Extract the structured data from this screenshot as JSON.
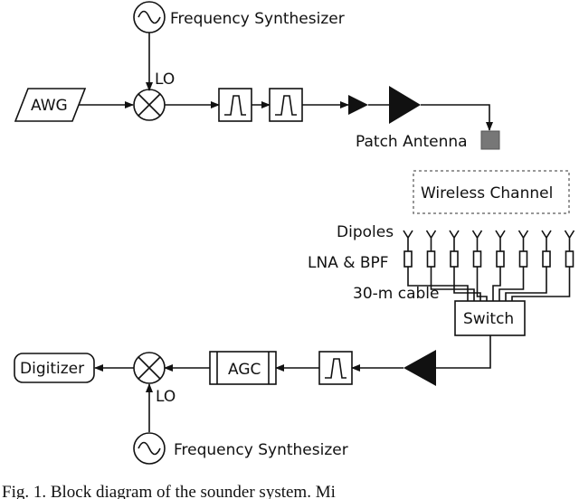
{
  "labels": {
    "synth_top": "Frequency Synthesizer",
    "lo_top": "LO",
    "awg": "AWG",
    "patch_antenna": "Patch Antenna",
    "wireless_channel": "Wireless Channel",
    "dipoles": "Dipoles",
    "lna_bpf": "LNA & BPF",
    "cable": "30-m cable",
    "switch": "Switch",
    "digitizer": "Digitizer",
    "agc": "AGC",
    "lo_bottom": "LO",
    "synth_bottom": "Frequency Synthesizer"
  },
  "caption": "Fig. 1.  Block diagram of the sounder system. Mi",
  "colors": {
    "line": "#111111",
    "antenna_fill": "#777777",
    "dashed_border": "#777777"
  },
  "dipole_count": 8
}
